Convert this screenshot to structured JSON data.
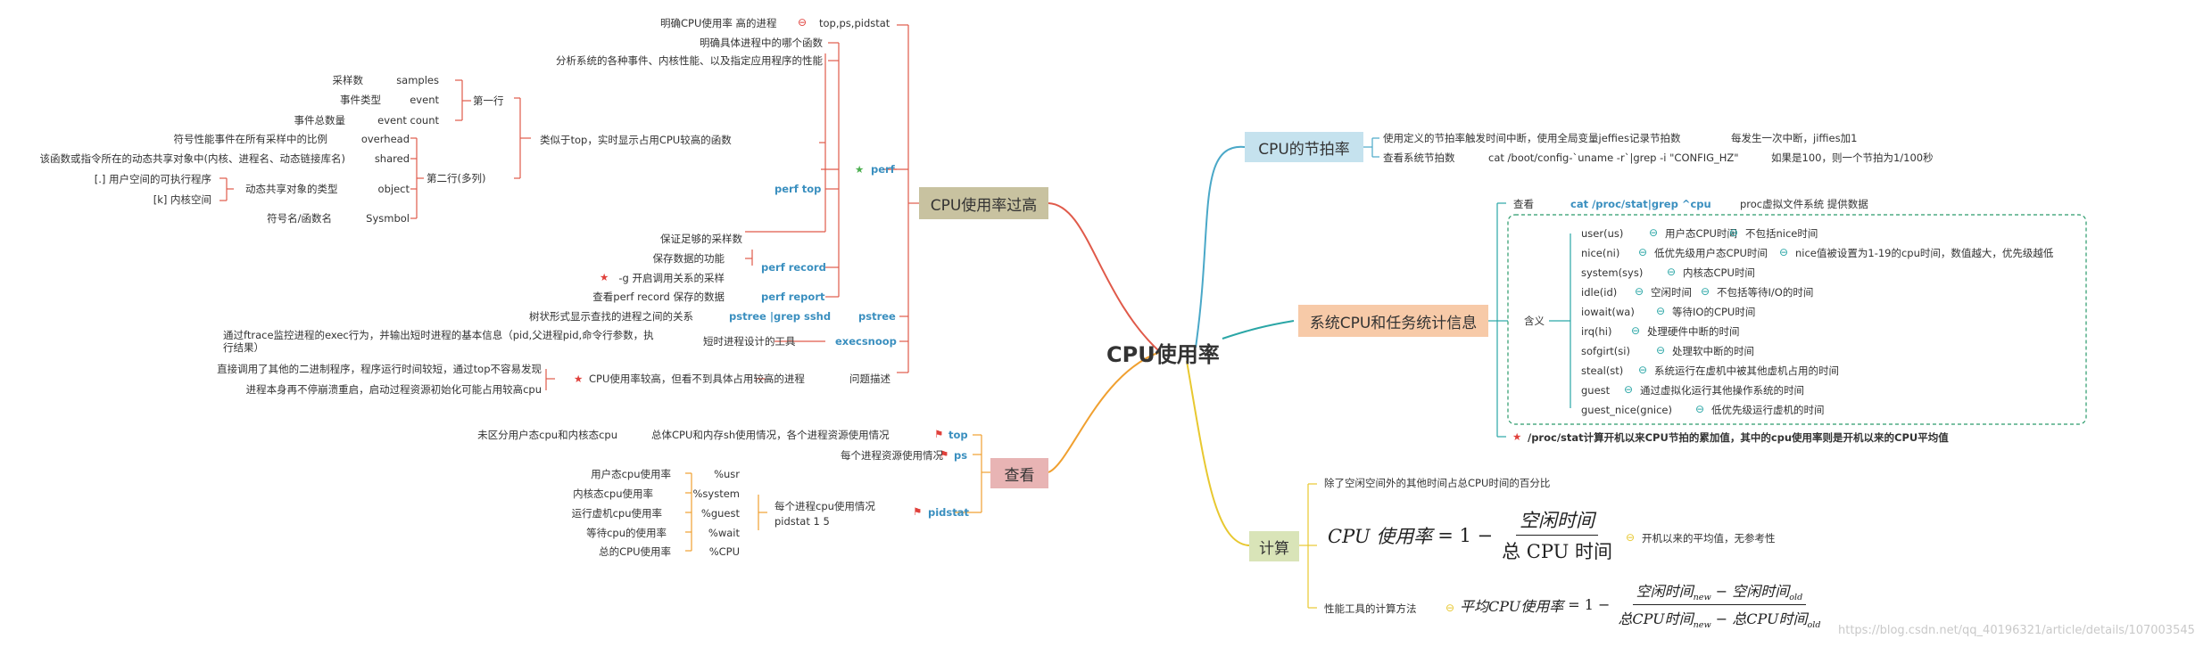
{
  "root": "CPU使用率",
  "left_branches": {
    "high": {
      "label": "CPU使用率过高",
      "perf": "perf",
      "perf_top": "perf top",
      "perf_top_desc": "类似于top，实时显示占用CPU较高的函数",
      "row1": "第一行",
      "row1_items": [
        [
          "采样数",
          "samples"
        ],
        [
          "事件类型",
          "event"
        ],
        [
          "事件总数量",
          "event count"
        ]
      ],
      "row2": "第二行(多列)",
      "row2_items": [
        [
          "符号性能事件在所有采样中的比例",
          "overhead"
        ],
        [
          "该函数或指令所在的动态共享对象中(内核、进程名、动态链接库名)",
          "shared"
        ],
        [
          "[.] 用户空间的可执行程序",
          "object"
        ],
        [
          "[k] 内核空间",
          ""
        ],
        [
          "符号名/函数名",
          "Sysmbol"
        ]
      ],
      "object_type": "动态共享对象的类型",
      "perf_desc1": "明确具体进程中的哪个函数",
      "perf_desc2": "分析系统的各种事件、内核性能、以及指定应用程序的性能",
      "sample_note": "保证足够的采样数",
      "perf_record": "perf record",
      "record_desc1": "保存数据的功能",
      "record_desc2": "-g  开启调用关系的采样",
      "perf_report": "perf report",
      "report_desc": "查看perf record 保存的数据",
      "tools_desc": "明确CPU使用率 高的进程",
      "tools": "top,ps,pidstat",
      "pstree": "pstree",
      "pstree_cmd": "pstree |grep sshd",
      "pstree_desc": "树状形式显示查找的进程之间的关系",
      "execsnoop": "execsnoop",
      "execsnoop_desc": "短时进程设计的工具",
      "execsnoop_note1": "通过ftrace监控进程的exec行为，并输出短时进程的基本信息（pid,父进程pid,命令行参数，执",
      "execsnoop_note2": "行结果）",
      "problem": "问题描述",
      "problem_desc": "CPU使用率较高，但看不到具体占用较高的进程",
      "problem_note1": "直接调用了其他的二进制程序，程序运行时间较短，通过top不容易发现",
      "problem_note2": "进程本身再不停崩溃重启，启动过程资源初始化可能占用较高cpu"
    },
    "view": {
      "label": "查看",
      "top": "top",
      "top_desc": "总体CPU和内存sh使用情况，各个进程资源使用情况",
      "top_note": "未区分用户态cpu和内核态cpu",
      "ps": "ps",
      "ps_desc": "每个进程资源使用情况",
      "pidstat": "pidstat",
      "pidstat_desc1": "每个进程cpu使用情况",
      "pidstat_desc2": "pidstat 1 5",
      "pidstat_items": [
        [
          "用户态cpu使用率",
          "%usr"
        ],
        [
          "内核态cpu使用率",
          "%system"
        ],
        [
          "运行虚机cpu使用率",
          "%guest"
        ],
        [
          "等待cpu的使用率",
          "%wait"
        ],
        [
          "总的CPU使用率",
          "%CPU"
        ]
      ]
    }
  },
  "right_branches": {
    "tick": {
      "label": "CPU的节拍率",
      "desc1": "使用定义的节拍率触发时间中断，使用全局变量jeffies记录节拍数",
      "desc1_note": "每发生一次中断，jiffies加1",
      "desc2": "查看系统节拍数",
      "desc2_cmd": "cat /boot/config-`uname -r`|grep -i \"CONFIG_HZ\"",
      "desc2_note": "如果是100，则一个节拍为1/100秒"
    },
    "stats": {
      "label": "系统CPU和任务统计信息",
      "view": "查看",
      "view_cmd": "cat /proc/stat|grep ^cpu",
      "view_note": "proc虚拟文件系统 提供数据",
      "meaning": "含义",
      "items": [
        [
          "user(us)",
          "用户态CPU时间",
          "不包括nice时间"
        ],
        [
          "nice(ni)",
          "低优先级用户态CPU时间",
          "nice值被设置为1-19的cpu时间，数值越大，优先级越低"
        ],
        [
          "system(sys)",
          "内核态CPU时间",
          ""
        ],
        [
          "idle(id)",
          "空闲时间",
          "不包括等待I/O的时间"
        ],
        [
          "iowait(wa)",
          "等待IO的CPU时间",
          ""
        ],
        [
          "irq(hi)",
          "处理硬件中断的时间",
          ""
        ],
        [
          "sofgirt(si)",
          "处理软中断的时间",
          ""
        ],
        [
          "steal(st)",
          "系统运行在虚机中被其他虚机占用的时间",
          ""
        ],
        [
          "guest",
          "通过虚拟化运行其他操作系统的时间",
          ""
        ],
        [
          "guest_nice(gnice)",
          "低优先级运行虚机的时间",
          ""
        ]
      ],
      "note": "/proc/stat计算开机以来CPU节拍的累加值，其中的cpu使用率则是开机以来的CPU平均值"
    },
    "calc": {
      "label": "计算",
      "desc": "除了空闲空间外的其他时间占总CPU时间的百分比",
      "f1_lhs": "CPU 使用率",
      "f1_one": "= 1 −",
      "f1_num": "空闲时间",
      "f1_den": "总 CPU 时间",
      "f1_note": "开机以来的平均值，无参考性",
      "tool": "性能工具的计算方法",
      "f2_lhs": "平均CPU使用率",
      "f2_one": "= 1 −",
      "f2_num_a": "空闲时间",
      "f2_num_b": "空闲时间",
      "f2_den_a": "总CPU时间",
      "f2_den_b": "总CPU时间",
      "sub_new": "new",
      "sub_old": "old"
    }
  },
  "watermark": "https://blog.csdn.net/qq_40196321/article/details/107003545",
  "colors": {
    "red": "#e0413c",
    "orange": "#f0a030",
    "teal": "#2aa6a6",
    "yellow": "#e8c830",
    "blue": "#3a8fbf"
  }
}
